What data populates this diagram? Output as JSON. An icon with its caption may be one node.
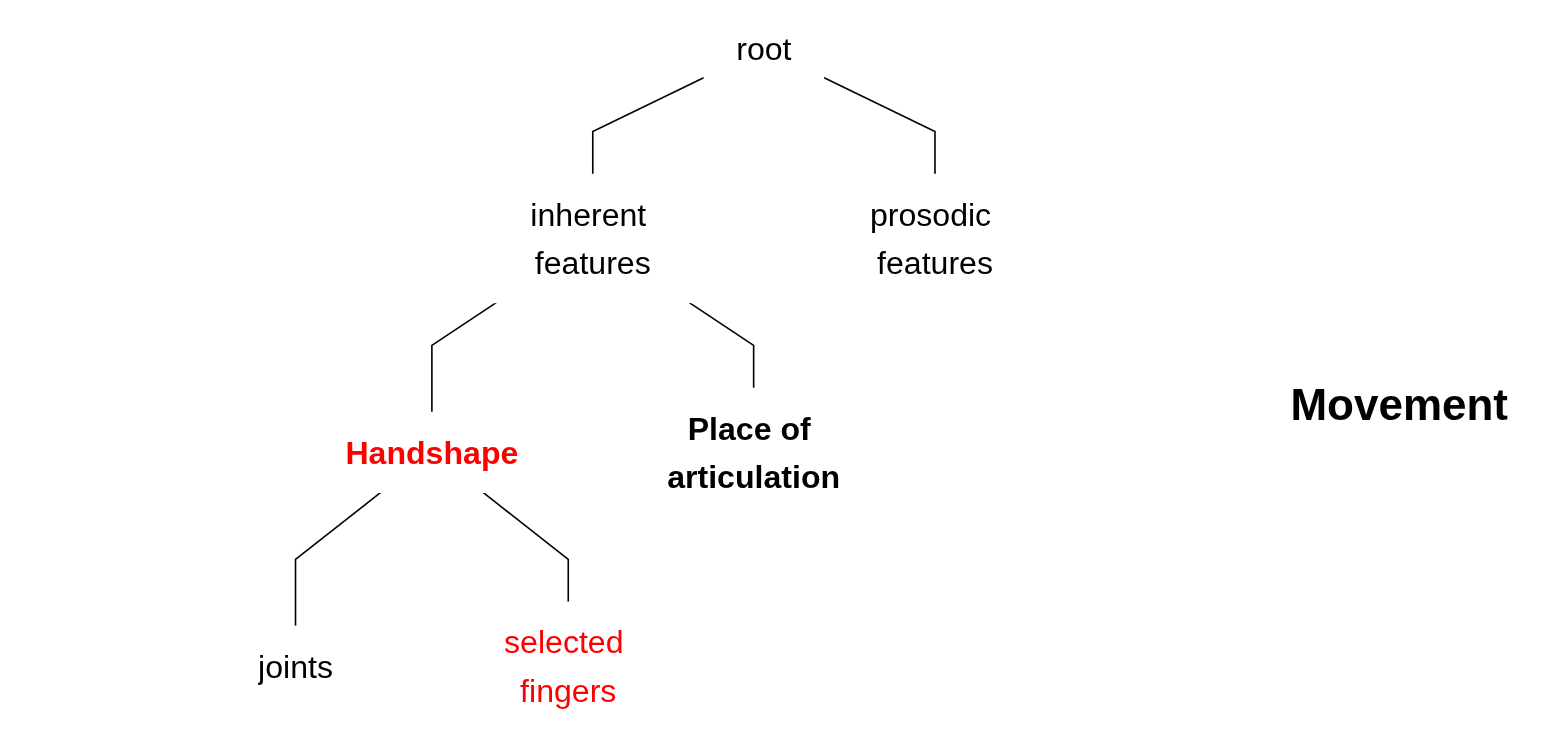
{
  "diagram": {
    "nodes": [
      {
        "text": [
          "root"
        ]
      },
      {
        "text": [
          "inherent features"
        ]
      },
      {
        "text": [
          "prosodic features"
        ]
      },
      {
        "text": [
          "Handshape"
        ]
      },
      {
        "text": [
          "Place of articulation"
        ]
      },
      {
        "text": [
          "joints"
        ]
      },
      {
        "text": [
          "selected fingers"
        ]
      }
    ],
    "edges": [
      {
        "from": 0,
        "to": 1,
        "arrow": "none"
      },
      {
        "from": 0,
        "to": 2,
        "arrow": "none"
      },
      {
        "from": 1,
        "to": 3,
        "arrow": "none"
      },
      {
        "from": 1,
        "to": 4,
        "arrow": "none"
      },
      {
        "from": 3,
        "to": 5,
        "arrow": "none"
      },
      {
        "from": 3,
        "to": 6,
        "arrow": "none"
      }
    ],
    "labels": [
      "Movement"
    ]
  }
}
